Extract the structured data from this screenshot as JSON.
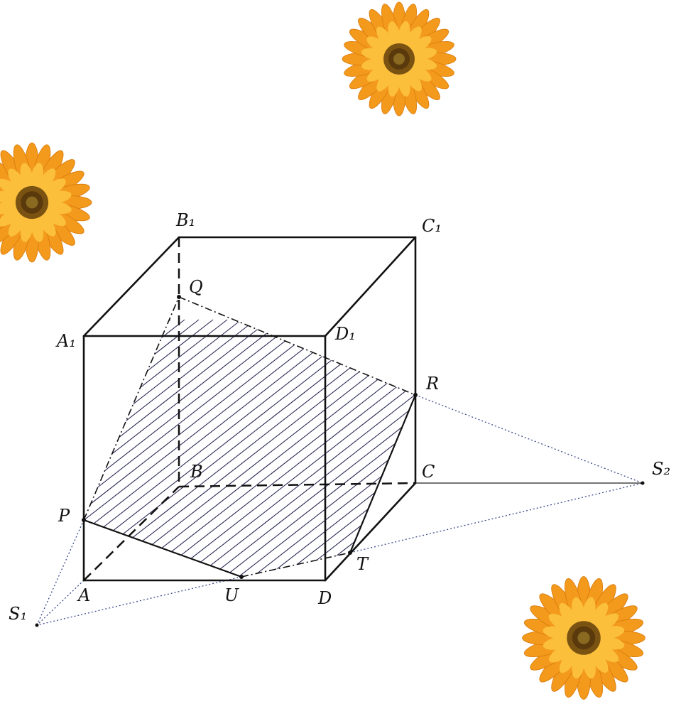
{
  "labels": {
    "B1": "B₁",
    "C1": "C₁",
    "Q": "Q",
    "A1": "A₁",
    "D1": "D₁",
    "R": "R",
    "B": "B",
    "C": "C",
    "S2": "S₂",
    "P": "P",
    "T": "T",
    "A": "A",
    "U": "U",
    "D": "D",
    "S1": "S₁"
  },
  "colors": {
    "edge": "#111111",
    "hatch": "#2b2b55",
    "aux": "#3b4a8c",
    "petal": "#f39a1c",
    "petal_light": "#fbbf3c",
    "center": "#6a4a10"
  },
  "decorations": [
    "flower-top",
    "flower-left",
    "flower-bottom-right"
  ]
}
